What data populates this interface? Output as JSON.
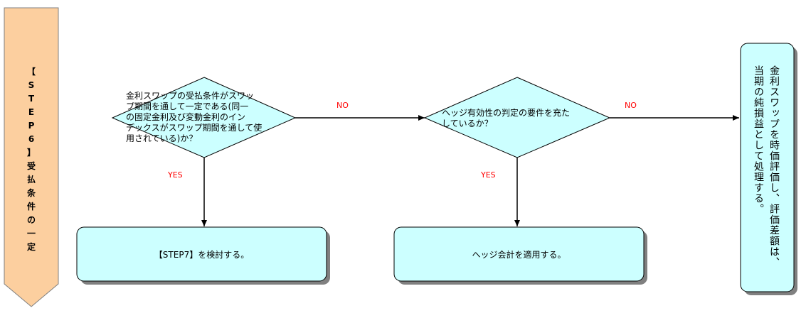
{
  "step_banner": {
    "label": "【STEP6】 受払条件の一定",
    "chars": [
      "【",
      "S",
      "T",
      "E",
      "P",
      "6",
      "】",
      "",
      "受",
      "払",
      "条",
      "件",
      "の",
      "一",
      "定"
    ]
  },
  "decision1": {
    "lines": [
      "金利スワップの受払条件がスワッ",
      "プ期間を通して一定である(同一",
      "の固定金利及び変動金利のイン",
      "デックスがスワップ期間を通して使",
      "用されている)か？"
    ]
  },
  "decision2": {
    "lines": [
      "ヘッジ有効性の判定の要件を充た",
      "しているか？"
    ]
  },
  "edges": {
    "no1": "NO",
    "no2": "NO",
    "yes1": "YES",
    "yes2": "YES"
  },
  "result1": {
    "text": "【STEP7】を検討する。"
  },
  "result2": {
    "text": "ヘッジ会計を適用する。"
  },
  "result3": {
    "lines": [
      "金利スワップを時価評価し、評価差額は、",
      "当期の純損益として処理する。"
    ]
  },
  "colors": {
    "banner_fill": "#fccf9f",
    "decision_fill": "#ccffff",
    "box_fill": "#ccffff",
    "edge_label": "#ff0000",
    "line": "#000000"
  }
}
